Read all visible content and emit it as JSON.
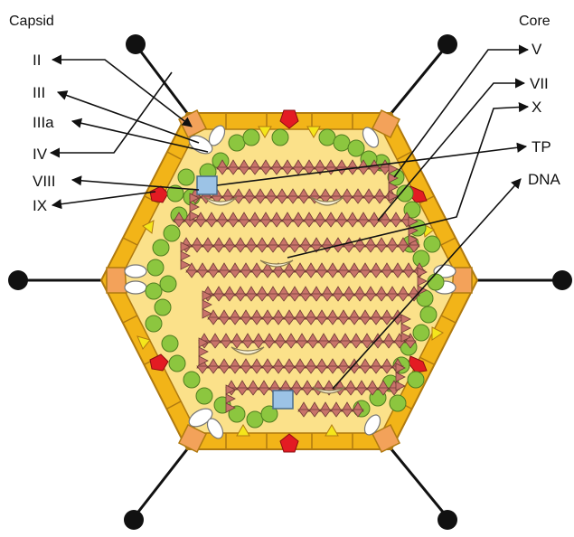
{
  "headings": {
    "capsid": "Capsid",
    "core": "Core"
  },
  "capsid_labels": [
    "II",
    "III",
    "IIIa",
    "IV",
    "VIII",
    "IX"
  ],
  "core_labels": [
    "V",
    "VII",
    "X",
    "TP",
    "DNA"
  ],
  "colors": {
    "shell": "#f2b418",
    "interior": "#fbe18a",
    "outline": "#b07a10",
    "penton": "#f3a25a",
    "hexon_green": "#8cc63f",
    "red_vertex": "#e31b23",
    "yellow_triangle": "#f5e61b",
    "dna_triangle": "#c8736a",
    "terminal_protein": "#9cc3e6",
    "fiber": "#111111"
  }
}
